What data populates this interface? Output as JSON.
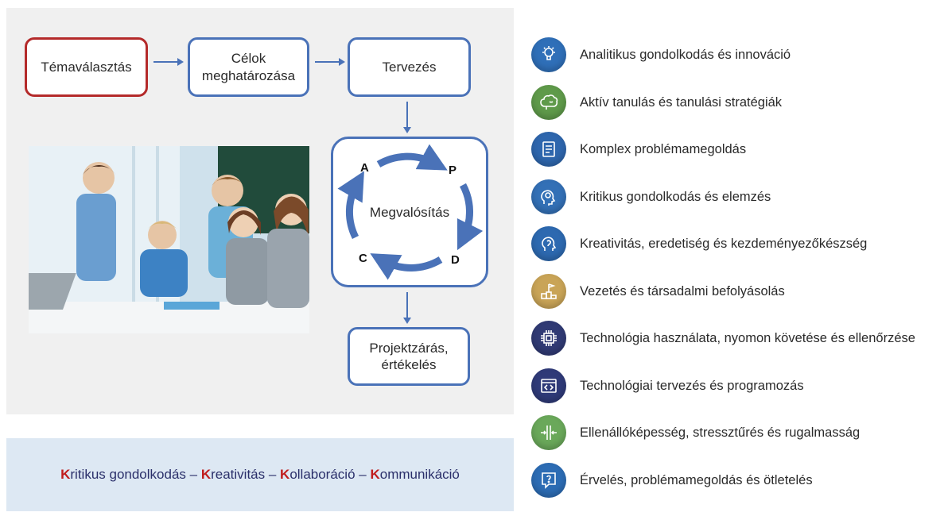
{
  "flow": {
    "topic": "Témaválasztás",
    "goals": "Célok meghatározása",
    "planning": "Tervezés",
    "implementation": "Megvalósítás",
    "closing": "Projektzárás, értékelés",
    "pdca": {
      "a": "A",
      "p": "P",
      "d": "D",
      "c": "C"
    }
  },
  "photo": {
    "icon": "classroom-photo"
  },
  "competencies": {
    "parts": [
      {
        "initial": "K",
        "rest": "ritikus gondolkodás"
      },
      {
        "initial": "K",
        "rest": "reativitás"
      },
      {
        "initial": "K",
        "rest": "ollaboráció"
      },
      {
        "initial": "K",
        "rest": "ommunikáció"
      }
    ],
    "separator": " – "
  },
  "skills": [
    {
      "label": "Analitikus gondolkodás és innováció",
      "icon": "lightbulb-head-icon",
      "color": "#2f6fb8"
    },
    {
      "label": "Aktív tanulás és tanulási stratégiák",
      "icon": "brain-icon",
      "color": "#5f9a4a"
    },
    {
      "label": "Komplex problémamegoldás",
      "icon": "puzzle-document-icon",
      "color": "#2e66ad"
    },
    {
      "label": "Kritikus gondolkodás és elemzés",
      "icon": "gear-head-icon",
      "color": "#3370b6"
    },
    {
      "label": "Kreativitás, eredetiség és kezdeményezőkészség",
      "icon": "creative-head-icon",
      "color": "#2d69b0"
    },
    {
      "label": "Vezetés és társadalmi befolyásolás",
      "icon": "flag-podium-icon",
      "color": "#c9a457"
    },
    {
      "label": "Technológia használata, nyomon követése és ellenőrzése",
      "icon": "chip-icon",
      "color": "#303a74"
    },
    {
      "label": "Technológiai tervezés és programozás",
      "icon": "code-window-icon",
      "color": "#2f3a78"
    },
    {
      "label": "Ellenállóképesség, stressztűrés és rugalmasság",
      "icon": "resilience-arrows-icon",
      "color": "#6aa85a"
    },
    {
      "label": "Érvelés, problémamegoldás és ötletelés",
      "icon": "question-bubble-icon",
      "color": "#2c6cb4"
    }
  ]
}
